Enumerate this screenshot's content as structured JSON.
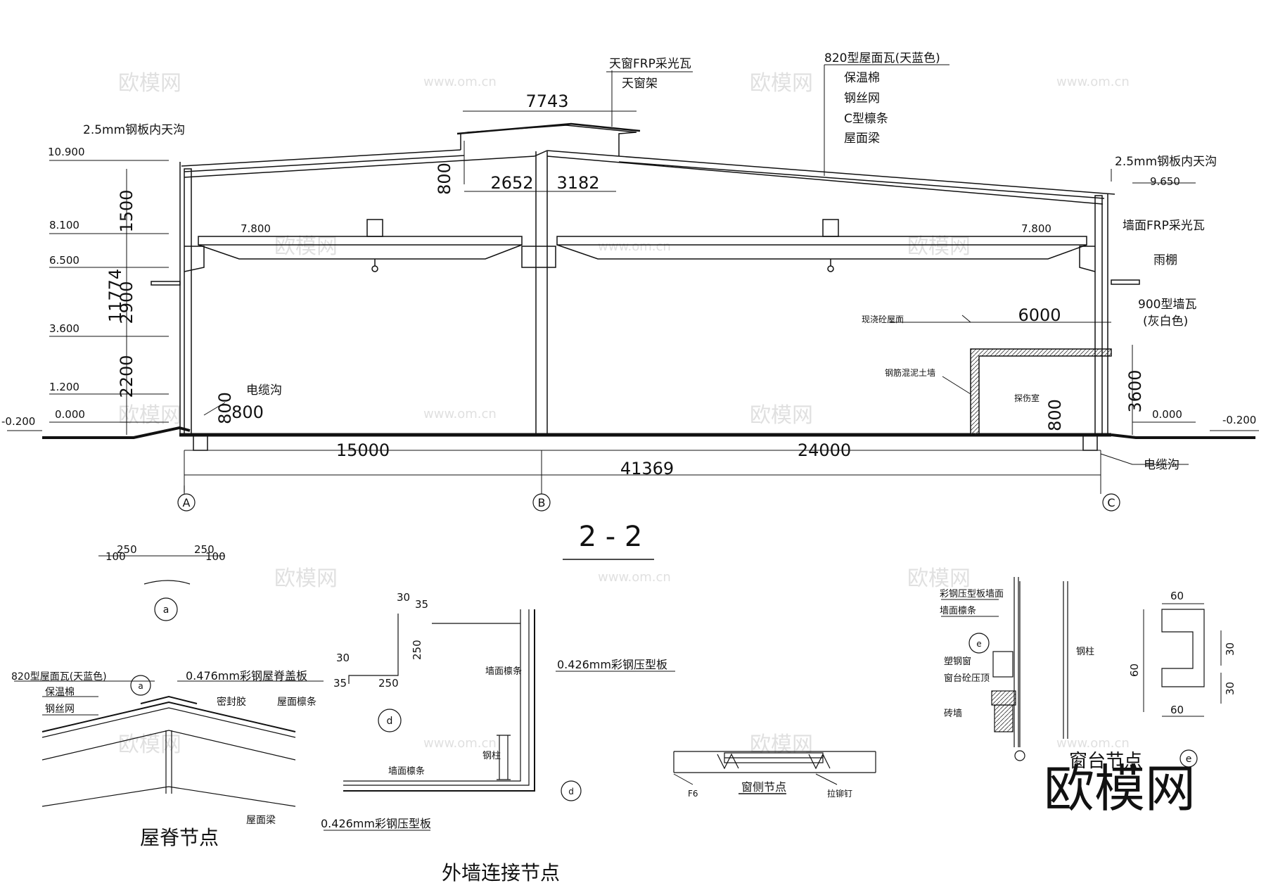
{
  "section": {
    "title": "2 - 2",
    "elevations": {
      "left": [
        "10.900",
        "8.100",
        "6.500",
        "3.600",
        "1.200",
        "0.000",
        "-0.200"
      ],
      "right": [
        "9.650",
        "0.000",
        "-0.200"
      ],
      "crane_left": "7.800",
      "crane_right": "7.800"
    },
    "dims": {
      "top": "7743",
      "d800": "800",
      "d2652": "2652",
      "d3182": "3182",
      "v11774": "11774",
      "v1500": "1500",
      "v2900": "2900",
      "v2200": "2200",
      "v800a": "800",
      "v800b": "800",
      "span1": "15000",
      "span2": "24000",
      "total": "41369",
      "room_w": "6000",
      "room_h": "3600",
      "room_800": "800"
    },
    "axes": [
      "A",
      "B",
      "C"
    ],
    "labels": {
      "skylight_frp": "天窗FRP采光瓦",
      "skylight_frame": "天窗架",
      "roof_layers": [
        "820型屋面瓦(天蓝色)",
        "保温棉",
        "钢丝网",
        "C型檩条",
        "屋面梁"
      ],
      "gutter_left": "2.5mm钢板内天沟",
      "gutter_right": "2.5mm钢板内天沟",
      "wall_frp": "墙面FRP采光瓦",
      "canopy": "雨棚",
      "wall_tile": "900型墙瓦",
      "wall_tile_color": "(灰白色)",
      "cast_roof": "现浇砼屋面",
      "rc_wall": "钢筋混泥土墙",
      "room": "探伤室",
      "cable_trench_left": "电缆沟",
      "cable_trench_right": "电缆沟"
    }
  },
  "details": {
    "ridge": {
      "title": "屋脊节点",
      "dims": [
        "100",
        "250",
        "250",
        "100"
      ],
      "marker": "a",
      "labels": [
        "820型屋面瓦(天蓝色)",
        "保温棉",
        "钢丝网",
        "0.476mm彩钢屋脊盖板",
        "密封胶",
        "屋面檩条",
        "屋面梁"
      ]
    },
    "wall_corner": {
      "title": "外墙连接节点",
      "dims": [
        "30",
        "35",
        "250",
        "30",
        "35",
        "250"
      ],
      "marker": "d",
      "labels": [
        "0.426mm彩钢压型板",
        "墙面檩条",
        "钢柱",
        "墙面檩条",
        "0.426mm彩钢压型板"
      ]
    },
    "window_side": {
      "title": "窗侧节点",
      "labels": [
        "F6",
        "拉铆钉"
      ]
    },
    "sill": {
      "title": "窗台节点",
      "marker": "e",
      "labels": [
        "彩钢压型板墙面",
        "墙面檩条",
        "塑钢窗",
        "窗台砼压顶",
        "砖墙",
        "钢柱"
      ],
      "dims": [
        "60",
        "30",
        "60",
        "30",
        "60"
      ]
    }
  },
  "watermark": {
    "text": "欧模网",
    "url": "www.om.cn"
  }
}
